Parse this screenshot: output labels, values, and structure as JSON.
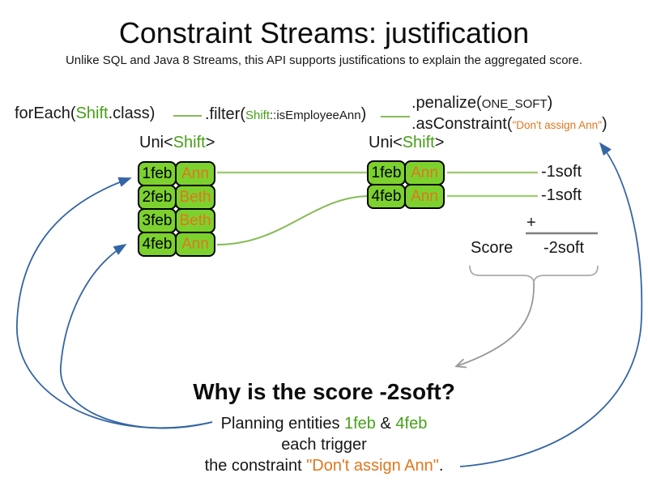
{
  "title": "Constraint Streams: justification",
  "subtitle": "Unlike SQL and Java 8 Streams, this API supports justifications to explain the aggregated score.",
  "code": {
    "foreach_prefix": "forEach(",
    "foreach_class": "Shift",
    "foreach_suffix": ".class)",
    "filter_prefix": ".filter(",
    "filter_class": "Shift",
    "filter_method": "::isEmployeeAnn",
    "filter_suffix": ")",
    "penalize_prefix": ".penalize(",
    "penalize_arg": "ONE_SOFT",
    "penalize_suffix": ")",
    "asconstraint_prefix": ".asConstraint(",
    "asconstraint_arg": "\"Don't assign Ann\"",
    "asconstraint_suffix": ")"
  },
  "left_stream": {
    "type_prefix": "Uni<",
    "type_name": "Shift",
    "type_suffix": ">",
    "rows": [
      {
        "date": "1feb",
        "employee": "Ann"
      },
      {
        "date": "2feb",
        "employee": "Beth"
      },
      {
        "date": "3feb",
        "employee": "Beth"
      },
      {
        "date": "4feb",
        "employee": "Ann"
      }
    ]
  },
  "right_stream": {
    "type_prefix": "Uni<",
    "type_name": "Shift",
    "type_suffix": ">",
    "rows": [
      {
        "date": "1feb",
        "employee": "Ann"
      },
      {
        "date": "4feb",
        "employee": "Ann"
      }
    ]
  },
  "penalties": [
    "-1soft",
    "-1soft"
  ],
  "score": {
    "plus": "+",
    "label": "Score",
    "value": "-2soft"
  },
  "explanation": {
    "heading": "Why is the score -2soft?",
    "line1_prefix": "Planning entities ",
    "line1_entity1": "1feb",
    "line1_amp": " & ",
    "line1_entity2": "4feb",
    "line2": "each trigger",
    "line3_prefix": "the constraint ",
    "line3_constraint": "\"Don't assign Ann\"",
    "line3_suffix": "."
  },
  "colors": {
    "entity_box_green": "#7dd12e",
    "green_text": "#47a019",
    "orange_text": "#e0771d",
    "arrow_blue": "#3465a4",
    "connector_green": "#85bb55",
    "gray": "#8c8c8c"
  }
}
